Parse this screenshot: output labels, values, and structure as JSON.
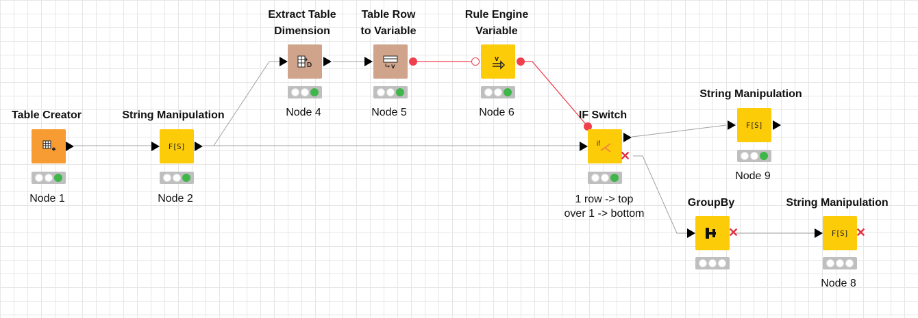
{
  "nodes": [
    {
      "id": "n1",
      "title": [
        "Table Creator"
      ],
      "label": "Node 1",
      "icon": "table-creator-icon",
      "text": "▦₊",
      "color": "orange",
      "lights": [
        "off",
        "off",
        "green"
      ]
    },
    {
      "id": "n2",
      "title": [
        "String Manipulation"
      ],
      "label": "Node 2",
      "icon": "string-manipulation-icon",
      "text": "F[S]",
      "color": "yellow",
      "lights": [
        "off",
        "off",
        "green"
      ]
    },
    {
      "id": "n4",
      "title": [
        "Extract Table",
        "Dimension"
      ],
      "label": "Node 4",
      "icon": "extract-table-dimension-icon",
      "text": "",
      "color": "brown",
      "lights": [
        "off",
        "off",
        "green"
      ]
    },
    {
      "id": "n5",
      "title": [
        "Table Row",
        "to Variable"
      ],
      "label": "Node 5",
      "icon": "table-row-to-variable-icon",
      "text": "",
      "color": "brown",
      "lights": [
        "off",
        "off",
        "green"
      ]
    },
    {
      "id": "n6",
      "title": [
        "Rule Engine",
        "Variable"
      ],
      "label": "Node 6",
      "icon": "rule-engine-variable-icon",
      "text": "",
      "color": "yellow",
      "lights": [
        "off",
        "off",
        "green"
      ]
    },
    {
      "id": "nif",
      "title": [
        "IF Switch"
      ],
      "label": "",
      "icon": "if-switch-icon",
      "text": "if",
      "color": "yellow",
      "lights": [
        "off",
        "off",
        "green"
      ]
    },
    {
      "id": "n9",
      "title": [
        "String Manipulation"
      ],
      "label": "Node 9",
      "icon": "string-manipulation-icon",
      "text": "F[S]",
      "color": "yellow",
      "lights": [
        "off",
        "off",
        "green"
      ]
    },
    {
      "id": "ngb",
      "title": [
        "GroupBy"
      ],
      "label": "",
      "icon": "groupby-icon",
      "text": "",
      "color": "yellow",
      "lights": [
        "off",
        "off",
        "off"
      ]
    },
    {
      "id": "n8",
      "title": [
        "String Manipulation"
      ],
      "label": "Node 8",
      "icon": "string-manipulation-icon",
      "text": "F[S]",
      "color": "yellow",
      "lights": [
        "off",
        "off",
        "off"
      ]
    }
  ],
  "annotations": {
    "if_switch": [
      "1 row -> top",
      "over 1 -> bottom"
    ]
  },
  "colors": {
    "orange": "#f79b33",
    "yellow": "#fdcc09",
    "brown": "#d0a48a",
    "flow_variable": "#f0404e",
    "connection": "#a0a0a0",
    "status_green": "#3fb64a",
    "inactive_x": "#e03040"
  }
}
